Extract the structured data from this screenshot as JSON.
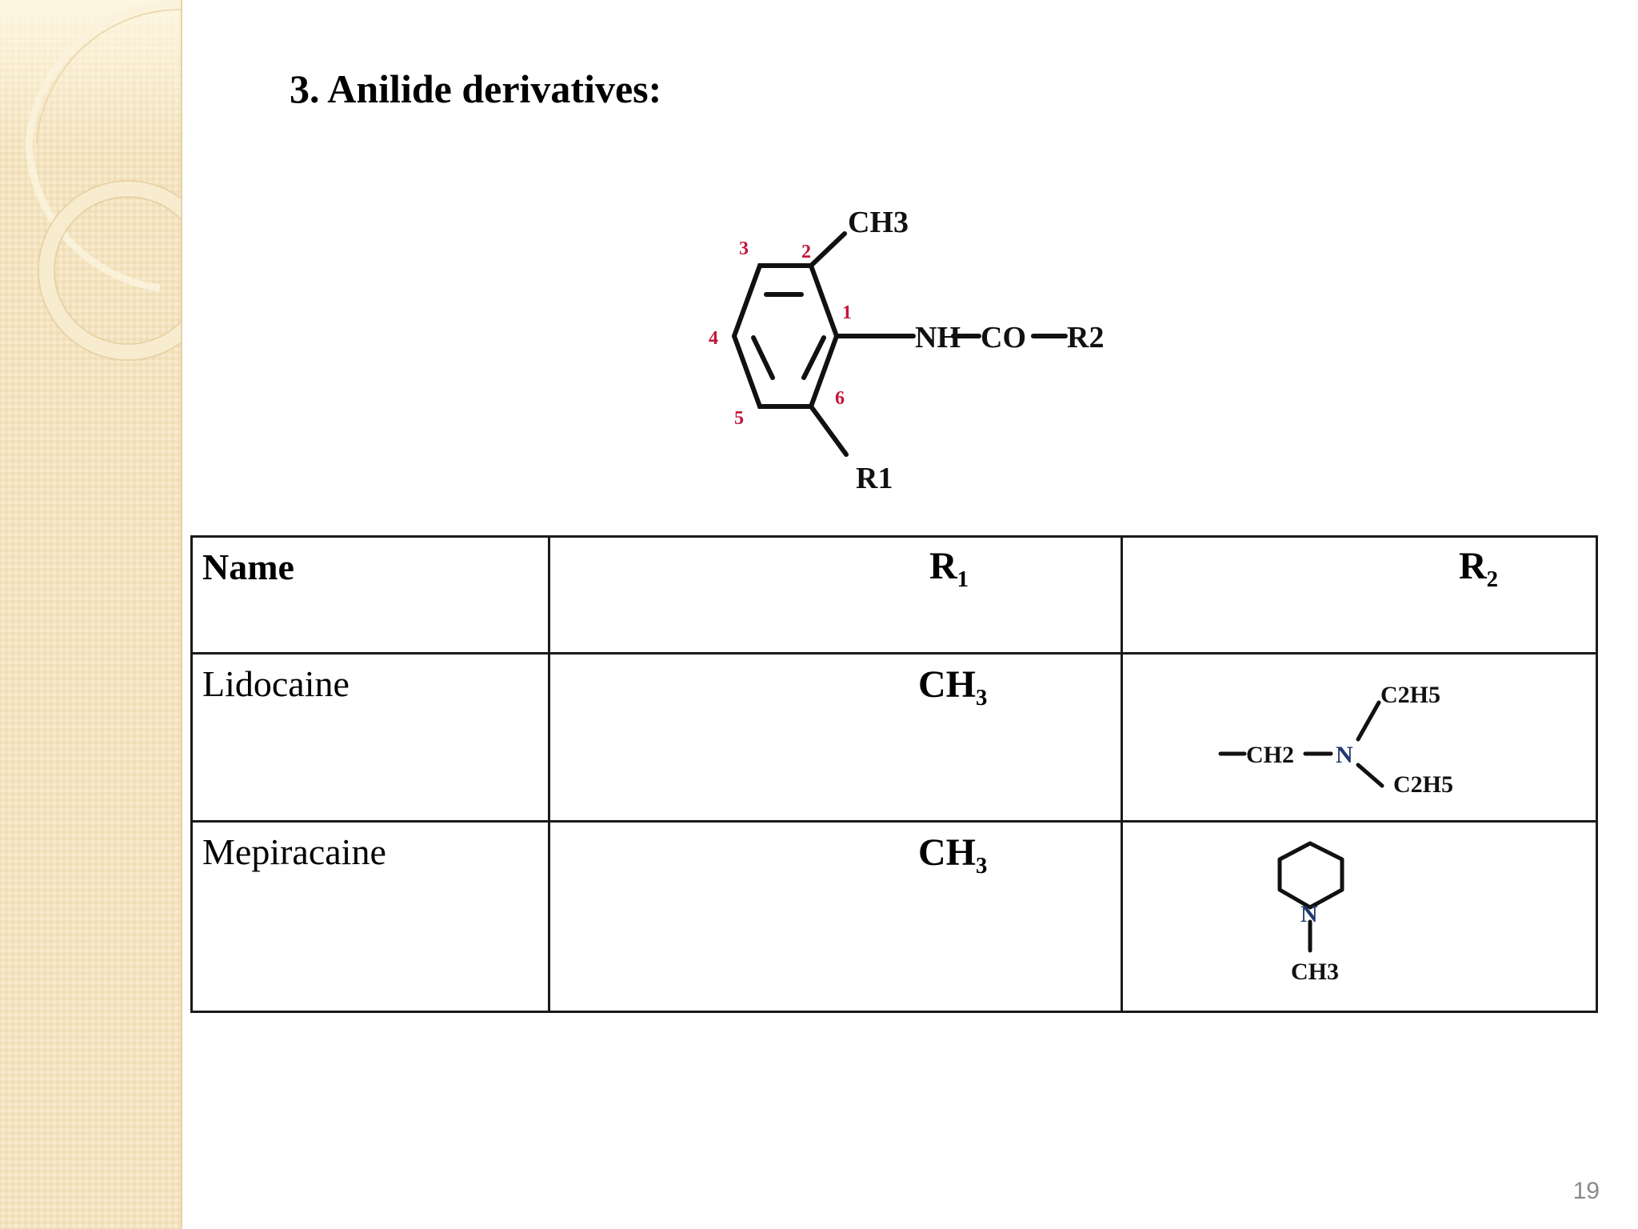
{
  "slide": {
    "title": "3. Anilide derivatives:",
    "page_number": "19"
  },
  "structure": {
    "ring_positions": [
      "1",
      "2",
      "3",
      "4",
      "5",
      "6"
    ],
    "top_substituent": "CH3",
    "side_chain": [
      "NH",
      "CO",
      "R2"
    ],
    "bottom_substituent": "R1"
  },
  "table": {
    "headers": {
      "name": "Name",
      "r1_base": "R",
      "r1_sub": "1",
      "r2_base": "R",
      "r2_sub": "2"
    },
    "rows": [
      {
        "name": "Lidocaine",
        "r1_base": "CH",
        "r1_sub": "3",
        "r2": {
          "groups": [
            "CH2",
            "N",
            "C2H5",
            "C2H5"
          ]
        }
      },
      {
        "name": "Mepiracaine",
        "r1_base": "CH",
        "r1_sub": "3",
        "r2": {
          "groups": [
            "N",
            "CH3"
          ]
        }
      }
    ]
  }
}
